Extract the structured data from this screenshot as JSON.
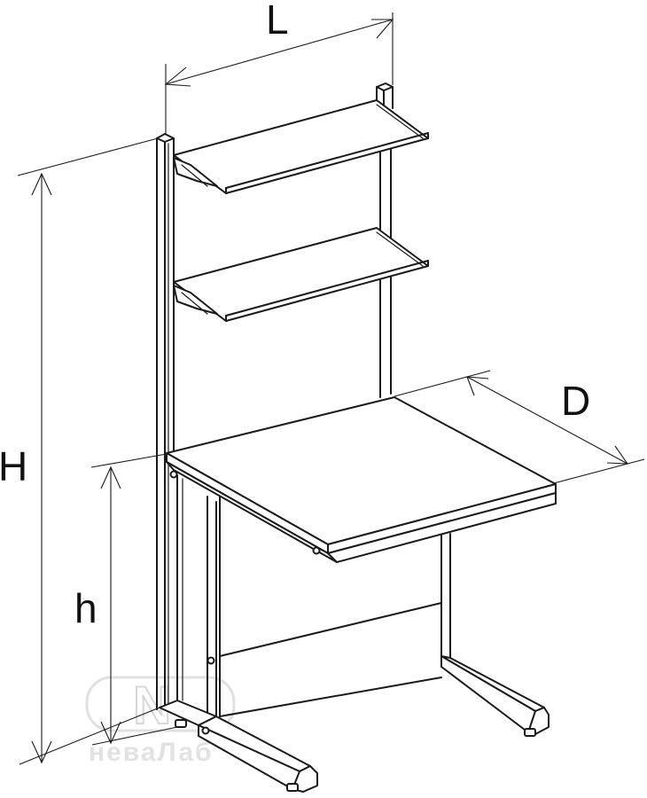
{
  "diagram": {
    "labels": {
      "length": "L",
      "depth": "D",
      "total_height": "H",
      "table_height": "h"
    },
    "watermark": {
      "mark": "N",
      "text": "неваЛаб"
    },
    "colors": {
      "line": "#1a1a1a",
      "background": "#ffffff",
      "watermark": "#d8d8d8"
    }
  }
}
